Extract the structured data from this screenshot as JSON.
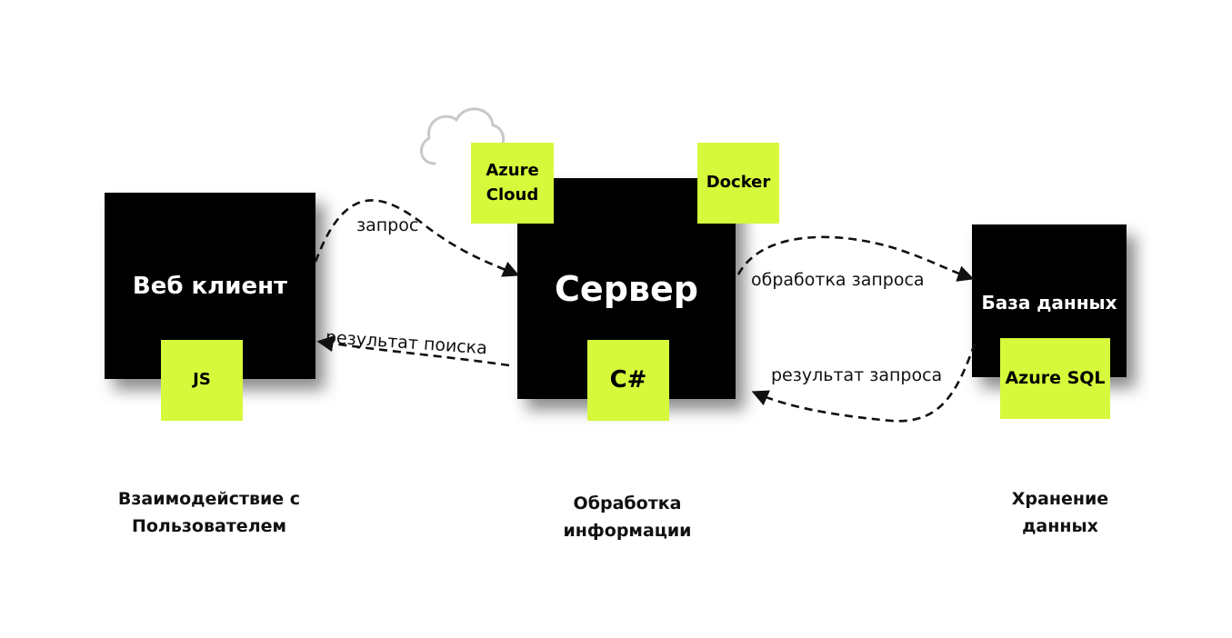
{
  "nodes": {
    "web_client": {
      "label": "Веб клиент",
      "tag": "JS"
    },
    "server": {
      "label": "Сервер",
      "tag": "C#",
      "top_tags": [
        "Azure Cloud",
        "Docker"
      ]
    },
    "database": {
      "label": "База данных",
      "tag": "Azure SQL"
    }
  },
  "edges": {
    "request": "запрос",
    "search_result": "результат поиска",
    "query_processing": "обработка запроса",
    "query_result": "результат запроса"
  },
  "captions": {
    "client_line1": "Взаимодействие с",
    "client_line2": "Пользователем",
    "server_line1": "Обработка",
    "server_line2": "информации",
    "db_line1": "Хранение",
    "db_line2": "данных"
  },
  "icons": {
    "cloud": "cloud-icon"
  },
  "colors": {
    "box": "#000000",
    "tag": "#d6f93b",
    "text_on_box": "#ffffff"
  }
}
